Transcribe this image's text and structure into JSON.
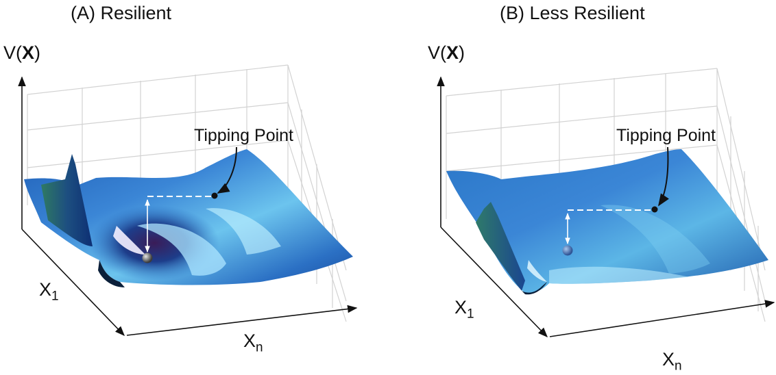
{
  "panels": [
    {
      "title": "(A) Resilient",
      "axis_v_prefix": "V(",
      "axis_v_var": "X",
      "axis_v_suffix": ")",
      "axis_x1_main": "X",
      "axis_x1_sub": "1",
      "axis_xn_main": "X",
      "axis_xn_sub": "n",
      "annotation": "Tipping Point"
    },
    {
      "title": "(B) Less Resilient",
      "axis_v_prefix": "V(",
      "axis_v_var": "X",
      "axis_v_suffix": ")",
      "axis_x1_main": "X",
      "axis_x1_sub": "1",
      "axis_xn_main": "X",
      "axis_xn_sub": "n",
      "annotation": "Tipping Point"
    }
  ],
  "colors": {
    "surface_light": "#b9ecff",
    "surface_mid": "#3b86d6",
    "surface_dark": "#0d2f74",
    "well_center": "#3a1c58",
    "grid": "#d2d2d2",
    "axis": "#111111",
    "marker_line": "#ffffff"
  }
}
